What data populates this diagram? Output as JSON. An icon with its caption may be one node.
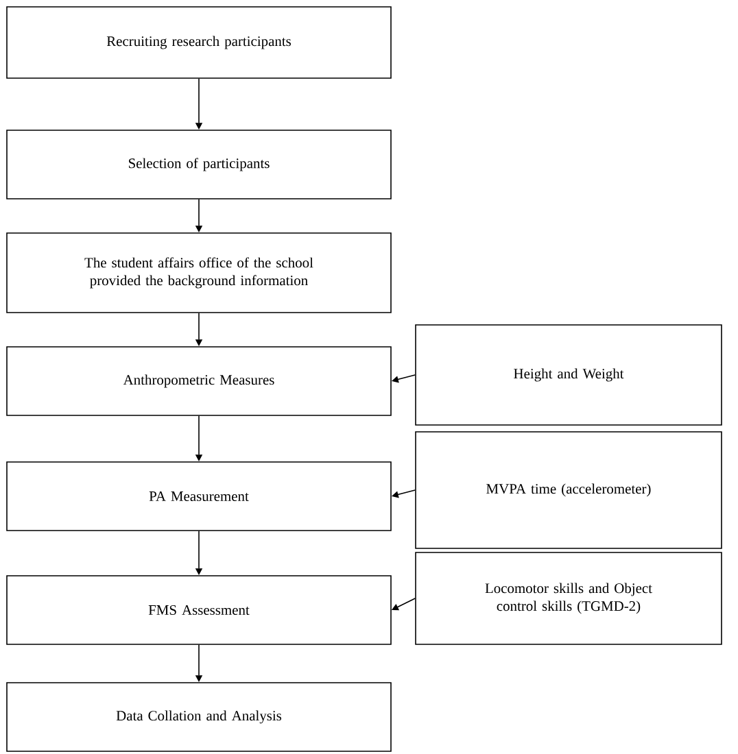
{
  "diagram": {
    "nodes": [
      {
        "text": [
          "Recruiting research participants"
        ]
      },
      {
        "text": [
          "Selection of participants"
        ]
      },
      {
        "text": [
          "The student affairs office of the school provided the background information"
        ]
      },
      {
        "text": [
          "Anthropometric Measures"
        ]
      },
      {
        "text": [
          "PA Measurement"
        ]
      },
      {
        "text": [
          "FMS Assessment"
        ]
      },
      {
        "text": [
          "Data Collation and Analysis"
        ]
      },
      {
        "text": [
          "Height and Weight"
        ]
      },
      {
        "text": [
          "MVPA time (accelerometer)"
        ]
      },
      {
        "text": [
          "Locomotor skills and Object control skills (TGMD-2)"
        ]
      }
    ],
    "edges": [
      {
        "from": 0,
        "to": 1,
        "arrow": "to"
      },
      {
        "from": 1,
        "to": 2,
        "arrow": "to"
      },
      {
        "from": 2,
        "to": 3,
        "arrow": "to"
      },
      {
        "from": 3,
        "to": 4,
        "arrow": "to"
      },
      {
        "from": 4,
        "to": 5,
        "arrow": "to"
      },
      {
        "from": 5,
        "to": 6,
        "arrow": "to"
      },
      {
        "from": 7,
        "to": 3,
        "arrow": "to"
      },
      {
        "from": 8,
        "to": 4,
        "arrow": "to"
      },
      {
        "from": 9,
        "to": 5,
        "arrow": "to"
      }
    ]
  }
}
